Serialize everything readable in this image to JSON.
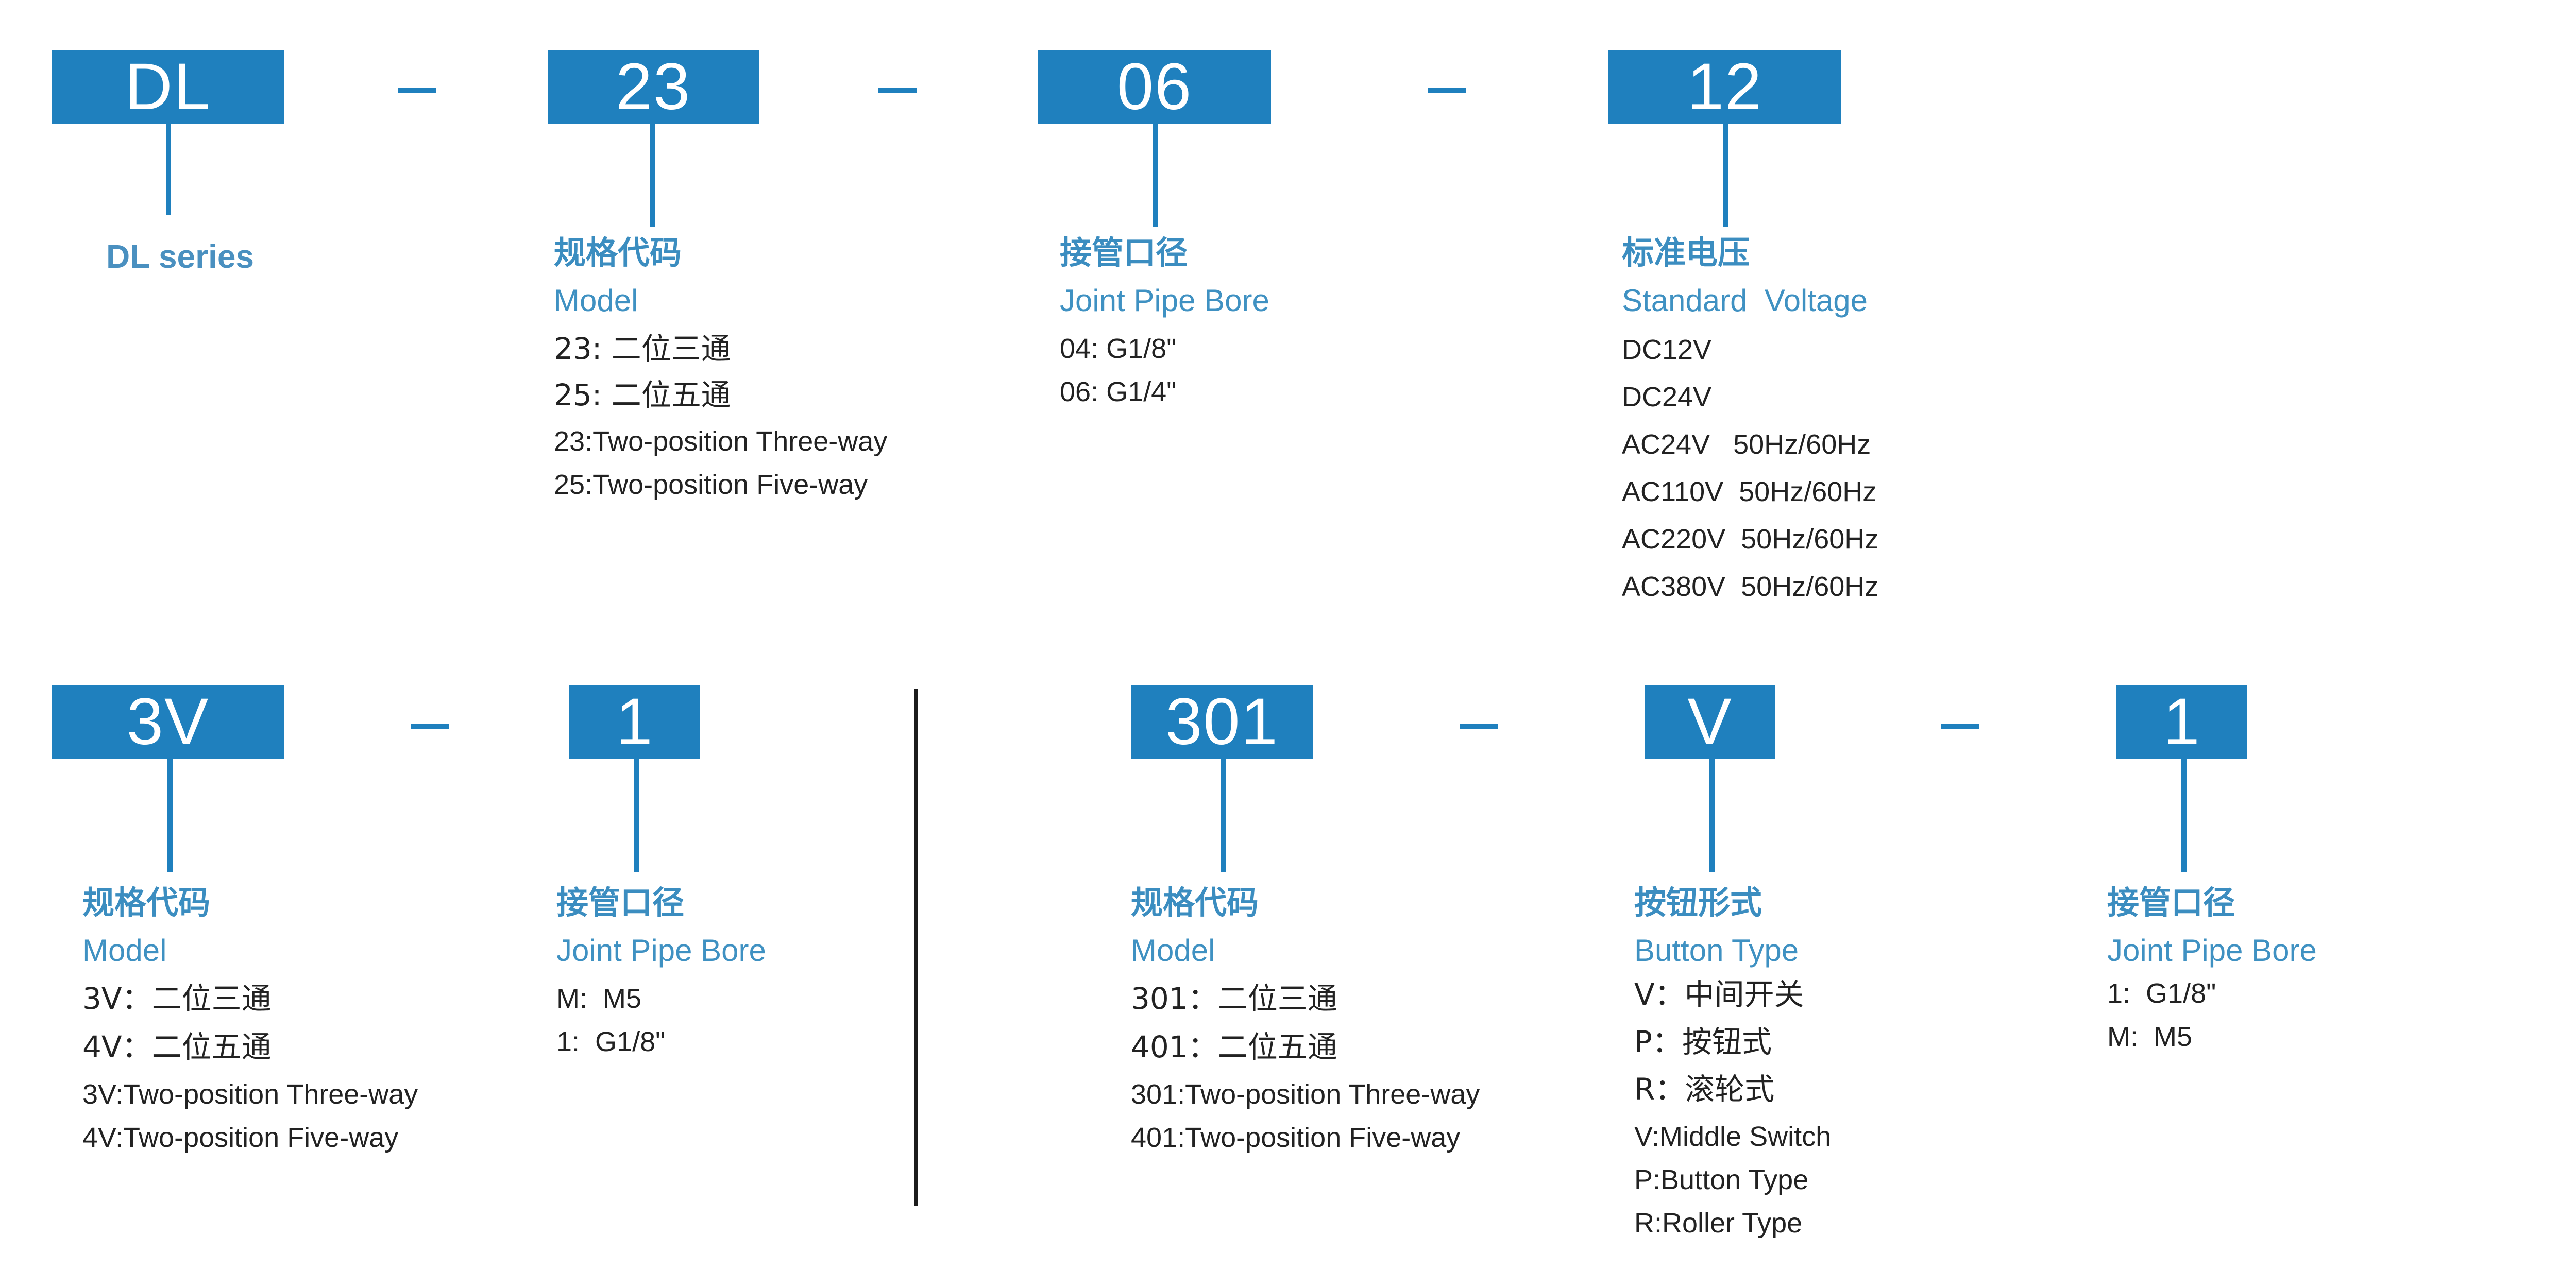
{
  "colors": {
    "accent_blue": "#1f80be",
    "title_blue": "#3b8dc0",
    "text_dark": "#222222",
    "divider": "#1c1c1c"
  },
  "top_row": {
    "boxes": [
      {
        "code": "DL"
      },
      {
        "code": "23"
      },
      {
        "code": "06"
      },
      {
        "code": "12"
      }
    ],
    "separator": "–",
    "columns": [
      {
        "title_en": "DL series",
        "lines": []
      },
      {
        "title_zh": "规格代码",
        "title_en": "Model",
        "lines": [
          "23: 二位三通",
          "25: 二位五通",
          "23:Two-position Three-way",
          "25:Two-position Five-way"
        ]
      },
      {
        "title_zh": "接管口径",
        "title_en": "Joint Pipe Bore",
        "lines": [
          "04: G1/8\"",
          "06: G1/4\""
        ]
      },
      {
        "title_zh": "标准电压",
        "title_en": "Standard  Voltage",
        "lines": [
          "DC12V",
          "DC24V",
          "AC24V   50Hz/60Hz",
          "AC110V  50Hz/60Hz",
          "AC220V  50Hz/60Hz",
          "AC380V  50Hz/60Hz"
        ]
      }
    ]
  },
  "bottom_left": {
    "boxes": [
      {
        "code": "3V"
      },
      {
        "code": "1"
      }
    ],
    "columns": [
      {
        "title_zh": "规格代码",
        "title_en": "Model",
        "lines": [
          "3V：二位三通",
          "4V：二位五通",
          "3V:Two-position Three-way",
          "4V:Two-position Five-way"
        ]
      },
      {
        "title_zh": "接管口径",
        "title_en": "Joint Pipe Bore",
        "lines": [
          "M:  M5",
          "1:  G1/8\""
        ]
      }
    ]
  },
  "bottom_right": {
    "boxes": [
      {
        "code": "301"
      },
      {
        "code": "V"
      },
      {
        "code": "1"
      }
    ],
    "columns": [
      {
        "title_zh": "规格代码",
        "title_en": "Model",
        "lines": [
          "301：二位三通",
          "401：二位五通",
          "301:Two-position Three-way",
          "401:Two-position Five-way"
        ]
      },
      {
        "title_zh": "按钮形式",
        "title_en": "Button Type",
        "lines": [
          "V：中间开关",
          "P：按钮式",
          "R：滚轮式",
          "V:Middle Switch",
          "P:Button Type",
          "R:Roller Type"
        ]
      },
      {
        "title_zh": "接管口径",
        "title_en": "Joint Pipe Bore",
        "lines": [
          "1:  G1/8\"",
          "M:  M5"
        ]
      }
    ]
  }
}
